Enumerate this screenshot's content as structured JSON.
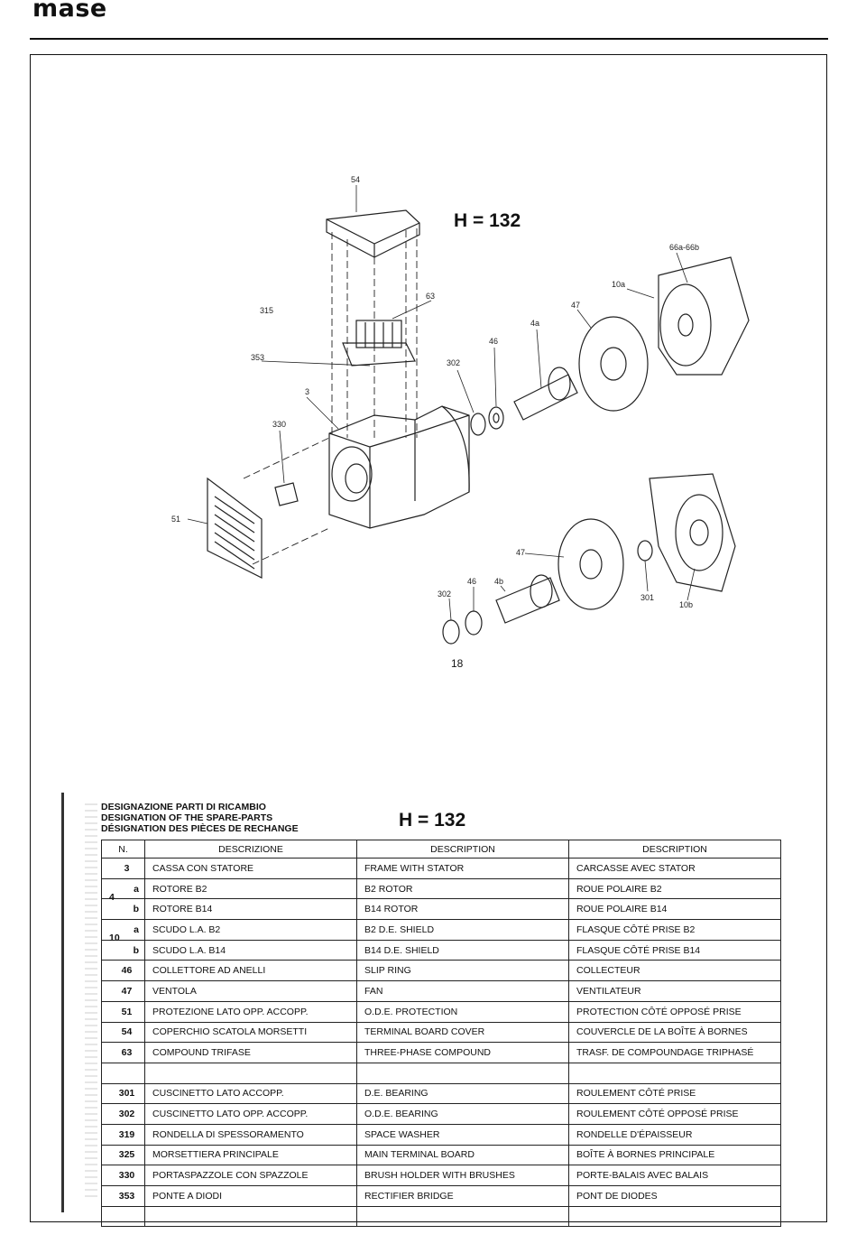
{
  "header": {
    "logo": "mase"
  },
  "diagram": {
    "heading": "H = 132",
    "page_number": "18",
    "callouts": [
      "54",
      "63",
      "315",
      "353",
      "3",
      "330",
      "51",
      "302",
      "46",
      "4a",
      "47",
      "10a",
      "66a-66b",
      "47",
      "4b",
      "46",
      "302",
      "301",
      "10b"
    ]
  },
  "table": {
    "titles": [
      "DESIGNAZIONE PARTI DI RICAMBIO",
      "DESIGNATION OF THE SPARE-PARTS",
      "DÉSIGNATION DES PIÈCES DE RECHANGE"
    ],
    "heading": "H = 132",
    "columns": [
      "N.",
      "DESCRIZIONE",
      "DESCRIPTION",
      "DESCRIPTION"
    ],
    "rows": [
      {
        "n": "3",
        "it": "CASSA CON STATORE",
        "en": "FRAME WITH STATOR",
        "fr": "CARCASSE AVEC STATOR"
      },
      {
        "n": "4",
        "sub": "a",
        "it": "ROTORE B2",
        "en": "B2 ROTOR",
        "fr": "ROUE POLAIRE B2"
      },
      {
        "n": "",
        "sub": "b",
        "it": "ROTORE B14",
        "en": "B14 ROTOR",
        "fr": "ROUE POLAIRE B14"
      },
      {
        "n": "10",
        "sub": "a",
        "it": "SCUDO L.A. B2",
        "en": "B2 D.E. SHIELD",
        "fr": "FLASQUE CÔTÉ PRISE B2"
      },
      {
        "n": "",
        "sub": "b",
        "it": "SCUDO L.A. B14",
        "en": "B14 D.E. SHIELD",
        "fr": "FLASQUE CÔTÉ PRISE B14"
      },
      {
        "n": "46",
        "it": "COLLETTORE AD ANELLI",
        "en": "SLIP RING",
        "fr": "COLLECTEUR"
      },
      {
        "n": "47",
        "it": "VENTOLA",
        "en": "FAN",
        "fr": "VENTILATEUR"
      },
      {
        "n": "51",
        "it": "PROTEZIONE LATO OPP. ACCOPP.",
        "en": "O.D.E. PROTECTION",
        "fr": "PROTECTION CÔTÉ OPPOSÉ PRISE"
      },
      {
        "n": "54",
        "it": "COPERCHIO SCATOLA MORSETTI",
        "en": "TERMINAL BOARD COVER",
        "fr": "COUVERCLE DE LA BOÎTE À BORNES"
      },
      {
        "n": "63",
        "it": "COMPOUND TRIFASE",
        "en": "THREE-PHASE COMPOUND",
        "fr": "TRASF. DE COMPOUNDAGE TRIPHASÉ"
      },
      {
        "n": "",
        "it": "",
        "en": "",
        "fr": ""
      },
      {
        "n": "301",
        "it": "CUSCINETTO LATO ACCOPP.",
        "en": "D.E. BEARING",
        "fr": "ROULEMENT CÔTÉ PRISE"
      },
      {
        "n": "302",
        "it": "CUSCINETTO LATO OPP. ACCOPP.",
        "en": "O.D.E. BEARING",
        "fr": "ROULEMENT CÔTÉ OPPOSÉ PRISE"
      },
      {
        "n": "319",
        "it": "RONDELLA DI SPESSORAMENTO",
        "en": "SPACE WASHER",
        "fr": "RONDELLE D'ÉPAISSEUR"
      },
      {
        "n": "325",
        "it": "MORSETTIERA PRINCIPALE",
        "en": "MAIN TERMINAL BOARD",
        "fr": "BOÎTE À BORNES PRINCIPALE"
      },
      {
        "n": "330",
        "it": "PORTASPAZZOLE CON SPAZZOLE",
        "en": "BRUSH HOLDER WITH BRUSHES",
        "fr": "PORTE-BALAIS AVEC BALAIS"
      },
      {
        "n": "353",
        "it": "PONTE A DIODI",
        "en": "RECTIFIER BRIDGE",
        "fr": "PONT DE DIODES"
      },
      {
        "n": "",
        "it": "",
        "en": "",
        "fr": ""
      }
    ]
  }
}
